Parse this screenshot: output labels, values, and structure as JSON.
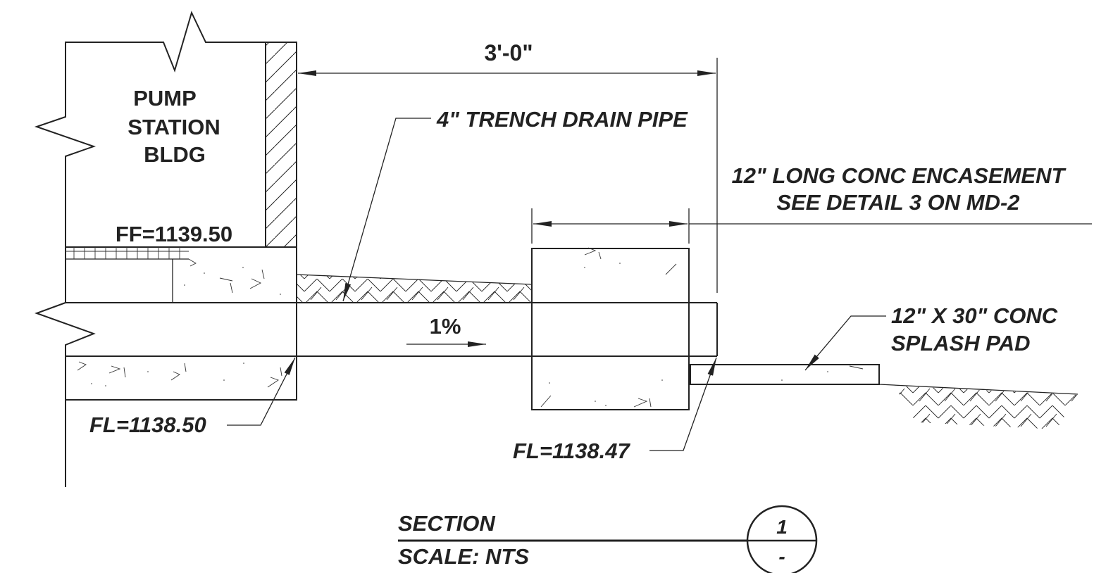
{
  "building": {
    "name_line1": "PUMP",
    "name_line2": "STATION",
    "name_line3": "BLDG",
    "floor_elevation": "FF=1139.50"
  },
  "dimensions": {
    "horizontal": "3'-0\""
  },
  "callouts": {
    "pipe": "4\" TRENCH DRAIN PIPE",
    "encasement_line1": "12\" LONG CONC ENCASEMENT",
    "encasement_line2": "SEE DETAIL 3 ON MD-2",
    "splash_pad_line1": "12\" X 30\" CONC",
    "splash_pad_line2": "SPLASH PAD",
    "flow_line_inlet": "FL=1138.50",
    "flow_line_outlet": "FL=1138.47",
    "slope": "1%"
  },
  "title_block": {
    "title": "SECTION",
    "scale": "SCALE: NTS",
    "detail_number": "1",
    "sheet_reference": "-"
  },
  "colors": {
    "linework": "#222222",
    "background": "#ffffff"
  }
}
